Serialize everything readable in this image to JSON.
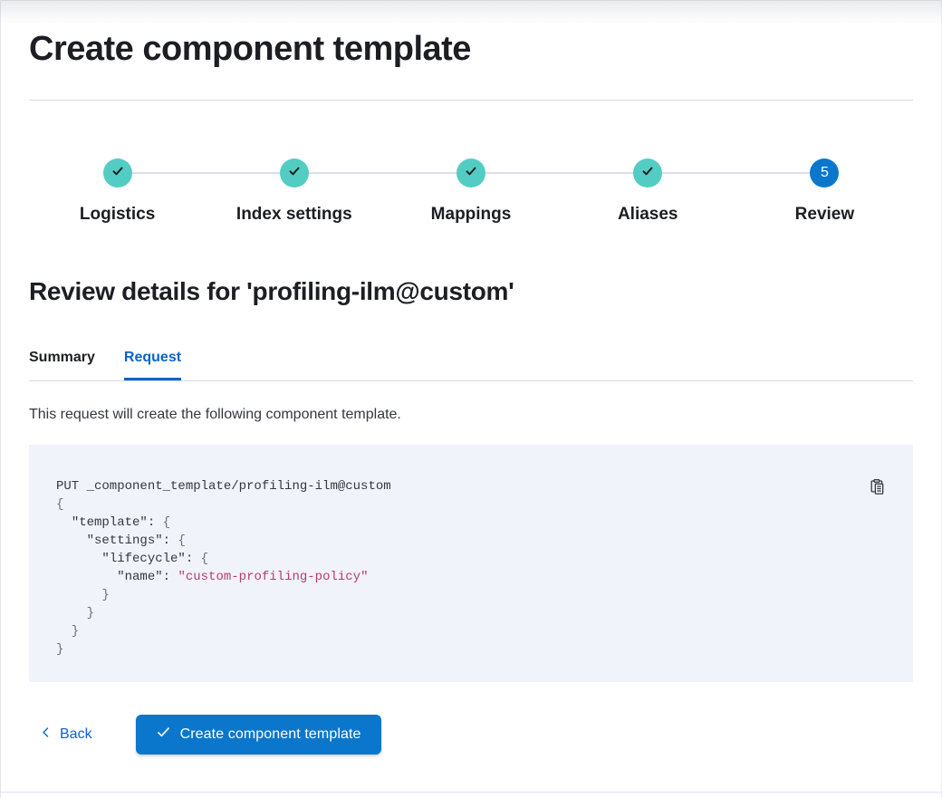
{
  "page": {
    "title": "Create component template"
  },
  "stepper": {
    "steps": [
      {
        "label": "Logistics",
        "status": "complete"
      },
      {
        "label": "Index settings",
        "status": "complete"
      },
      {
        "label": "Mappings",
        "status": "complete"
      },
      {
        "label": "Aliases",
        "status": "complete"
      },
      {
        "label": "Review",
        "status": "current",
        "number": "5"
      }
    ]
  },
  "review": {
    "heading": "Review details for 'profiling-ilm@custom'",
    "tabs": [
      {
        "label": "Summary",
        "active": false
      },
      {
        "label": "Request",
        "active": true
      }
    ],
    "description": "This request will create the following component template."
  },
  "code": {
    "lines": [
      [
        {
          "c": "plain",
          "t": "PUT _component_template/profiling-ilm@custom"
        }
      ],
      [
        {
          "c": "punct",
          "t": "{"
        }
      ],
      [
        {
          "c": "plain",
          "t": "  "
        },
        {
          "c": "key",
          "t": "\"template\""
        },
        {
          "c": "plain",
          "t": ": "
        },
        {
          "c": "punct",
          "t": "{"
        }
      ],
      [
        {
          "c": "plain",
          "t": "    "
        },
        {
          "c": "key",
          "t": "\"settings\""
        },
        {
          "c": "plain",
          "t": ": "
        },
        {
          "c": "punct",
          "t": "{"
        }
      ],
      [
        {
          "c": "plain",
          "t": "      "
        },
        {
          "c": "key",
          "t": "\"lifecycle\""
        },
        {
          "c": "plain",
          "t": ": "
        },
        {
          "c": "punct",
          "t": "{"
        }
      ],
      [
        {
          "c": "plain",
          "t": "        "
        },
        {
          "c": "key",
          "t": "\"name\""
        },
        {
          "c": "plain",
          "t": ": "
        },
        {
          "c": "string",
          "t": "\"custom-profiling-policy\""
        }
      ],
      [
        {
          "c": "punct",
          "t": "      }"
        }
      ],
      [
        {
          "c": "punct",
          "t": "    }"
        }
      ],
      [
        {
          "c": "punct",
          "t": "  }"
        }
      ],
      [
        {
          "c": "punct",
          "t": "}"
        }
      ]
    ]
  },
  "footer": {
    "back_label": "Back",
    "create_button_label": "Create component template"
  },
  "icons": {
    "step_complete": "check-icon",
    "copy": "clipboard-copy-icon",
    "back": "chevron-left-icon",
    "create": "check-icon"
  },
  "colors": {
    "primary_blue": "#0b77cc",
    "link_blue": "#0b64c9",
    "step_complete_teal": "#53cdc4",
    "code_background": "#f1f3fa",
    "code_string": "#b23d74",
    "code_text": "#343741",
    "code_punctuation": "#69707d",
    "divider_gray": "#d3dae6",
    "text_dark": "#1d1e23"
  }
}
